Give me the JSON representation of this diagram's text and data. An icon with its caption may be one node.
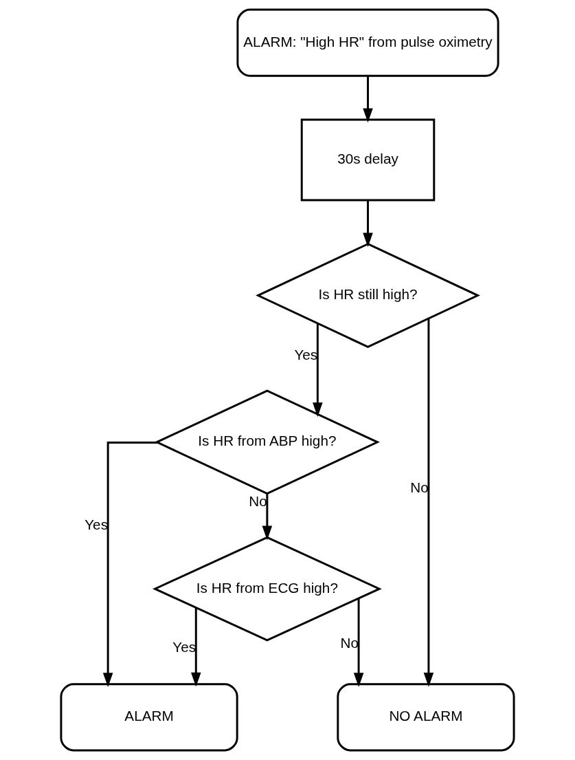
{
  "diagram": {
    "nodes": [
      {
        "text": [
          "ALARM: \"High HR\" from pulse oximetry"
        ]
      },
      {
        "text": [
          "30s delay"
        ]
      },
      {
        "text": [
          "Is HR still high?"
        ]
      },
      {
        "text": [
          "Is HR from ABP high?"
        ]
      },
      {
        "text": [
          "Is HR from ECG high?"
        ]
      },
      {
        "text": [
          "NO ALARM"
        ]
      },
      {
        "text": [
          "ALARM"
        ]
      }
    ],
    "edges": [
      {
        "from": 0,
        "to": 1,
        "arrow": "to"
      },
      {
        "from": 1,
        "to": 2,
        "arrow": "to"
      },
      {
        "from": 2,
        "to": 5,
        "arrow": "to",
        "label": "No"
      },
      {
        "from": 2,
        "to": 3,
        "arrow": "to",
        "label": "Yes"
      },
      {
        "from": 3,
        "to": 4,
        "arrow": "to",
        "label": "No"
      },
      {
        "from": 3,
        "to": 6,
        "arrow": "to",
        "label": "Yes"
      },
      {
        "from": 4,
        "to": 5,
        "arrow": "to",
        "label": "No"
      },
      {
        "from": 4,
        "to": 6,
        "arrow": "to",
        "label": "Yes"
      }
    ]
  }
}
